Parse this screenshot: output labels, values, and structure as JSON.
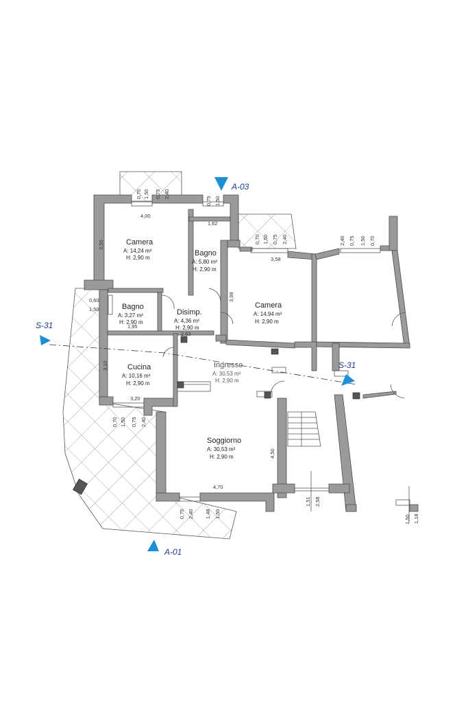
{
  "rooms": {
    "camera_1": {
      "name": "Camera",
      "area": "A: 14,24 m²",
      "height": "H: 2,90 m"
    },
    "bagno_1": {
      "name": "Bagno",
      "area": "A: 5,80 m²",
      "height": "H: 2,90 m"
    },
    "camera_2": {
      "name": "Camera",
      "area": "A: 14,94 m²",
      "height": "H: 2,90 m"
    },
    "bagno_2": {
      "name": "Bagno",
      "area": "A: 3,27 m²",
      "height": "H: 2,90 m"
    },
    "disimpegno": {
      "name": "Disimp.",
      "area": "A: 4,36 m²",
      "height": "H: 2,90 m"
    },
    "cucina": {
      "name": "Cucina",
      "area": "A: 10,16 m²",
      "height": "H: 2,90 m"
    },
    "ingresso": {
      "name": "Ingresso",
      "area": "A: 30,53 m²",
      "height": "H: 2,90 m"
    },
    "soggiorno": {
      "name": "Soggiorno",
      "area": "A: 30,53 m²",
      "height": "H: 2,90 m"
    }
  },
  "markers": {
    "a03": "A-03",
    "a01": "A-01",
    "s31_left": "S-31",
    "s31_right": "S-31"
  },
  "dimensions": {
    "camera1_width": "4,00",
    "camera1_height": "3,50",
    "bagno1_width": "1,62",
    "camera2_width": "3,58",
    "camera2_height": "3,98",
    "bagno2_width": "1,95",
    "disimp_width": "2,63",
    "cucina_height": "3,10",
    "cucina_width": "3,20",
    "soggiorno_height": "4,50",
    "soggiorno_width": "4,70",
    "terrace_060": "0,60",
    "terrace_150": "1,50",
    "stair_151": "1,51",
    "stair_258": "2,58",
    "right_118": "1,18",
    "right_150": "1,50",
    "w_top_1": [
      "0,70",
      "1,50",
      "0,75",
      "2,40"
    ],
    "w_top_2": [
      "0,75",
      "1,50"
    ],
    "w_top_3": [
      "0,70",
      "1,50",
      "0,75",
      "2,40"
    ],
    "w_top_4": [
      "2,40",
      "0,75",
      "1,50",
      "0,70"
    ],
    "w_cucina": [
      "0,70",
      "1,50",
      "0,75",
      "2,40"
    ],
    "w_sogg": [
      "0,75",
      "2,40",
      "1,48",
      "1,50"
    ]
  }
}
